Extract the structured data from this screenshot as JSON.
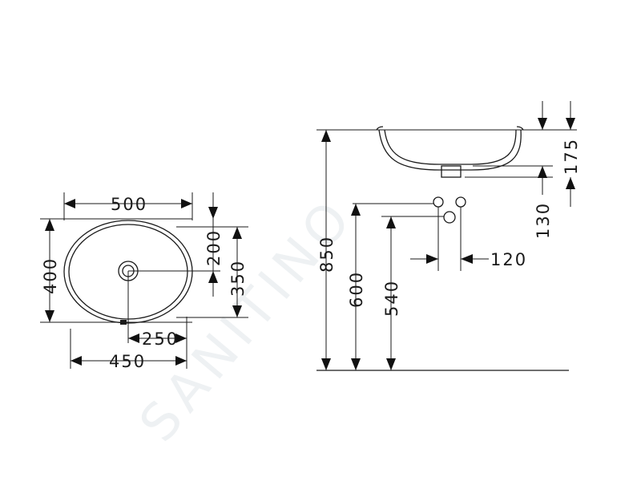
{
  "watermark": "SANITINO",
  "top_view": {
    "width_outer": "500",
    "width_inner": "450",
    "depth_outer": "400",
    "depth_inner": "350",
    "drain_offset_x": "250",
    "drain_offset_y": "200"
  },
  "side_view": {
    "overall_height": "850",
    "waste_height": "600",
    "supply_height": "540",
    "supply_spacing": "120",
    "bowl_depth": "175",
    "drain_depth": "130"
  },
  "colors": {
    "line": "#1a1a1a",
    "watermark": "#eef1f3"
  }
}
